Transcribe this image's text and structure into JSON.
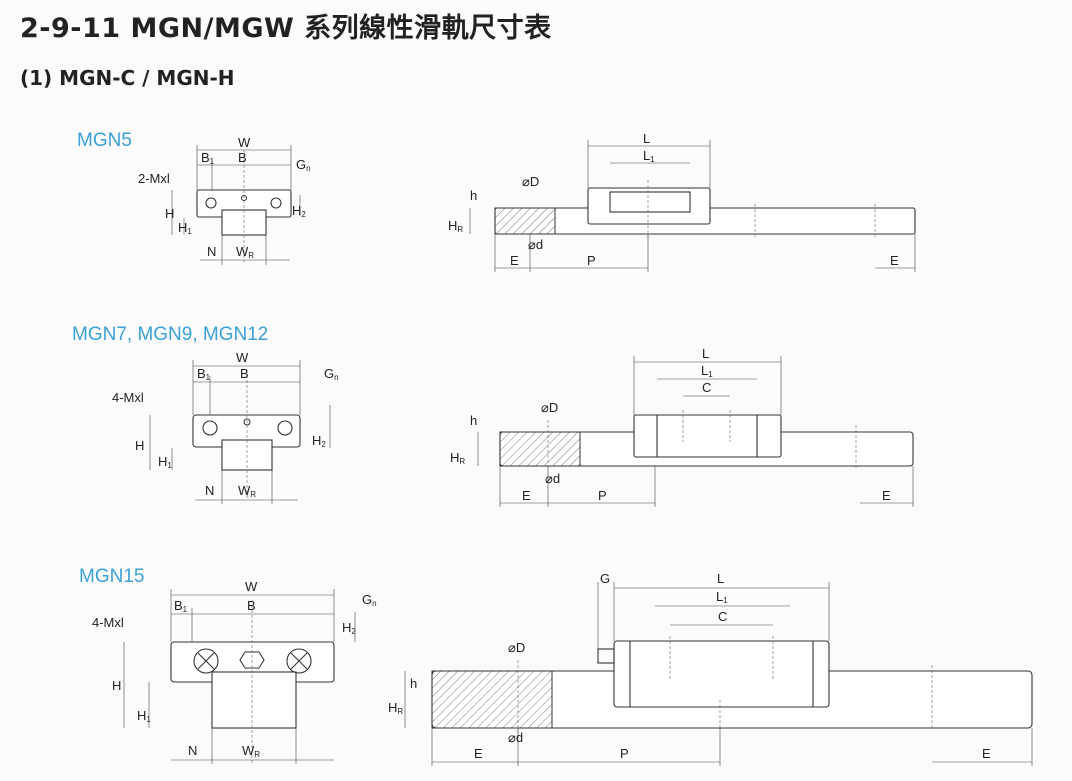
{
  "header": {
    "title": "2-9-11  MGN/MGW 系列線性滑軌尺寸表",
    "subtitle": "(1) MGN-C / MGN-H"
  },
  "colors": {
    "model_label": "#3aa0d8",
    "line": "#333333"
  },
  "sections": [
    {
      "model": "MGN5"
    },
    {
      "model": "MGN7, MGN9, MGN12"
    },
    {
      "model": "MGN15"
    }
  ],
  "labels": {
    "W": "W",
    "B1": "B",
    "B1_sub": "1",
    "B": "B",
    "Gn": "G",
    "Gn_sub": "n",
    "Mx5": "2-Mxl",
    "Mx": "4-Mxl",
    "H": "H",
    "H1": "H",
    "H1_sub": "1",
    "H2": "H",
    "H2_sub": "2",
    "N": "N",
    "WR": "W",
    "WR_sub": "R",
    "L": "L",
    "L1": "L",
    "L1_sub": "1",
    "C": "C",
    "G": "G",
    "h": "h",
    "HR": "H",
    "HR_sub": "R",
    "phiD": "⌀D",
    "phid": "⌀d",
    "E": "E",
    "P": "P"
  }
}
